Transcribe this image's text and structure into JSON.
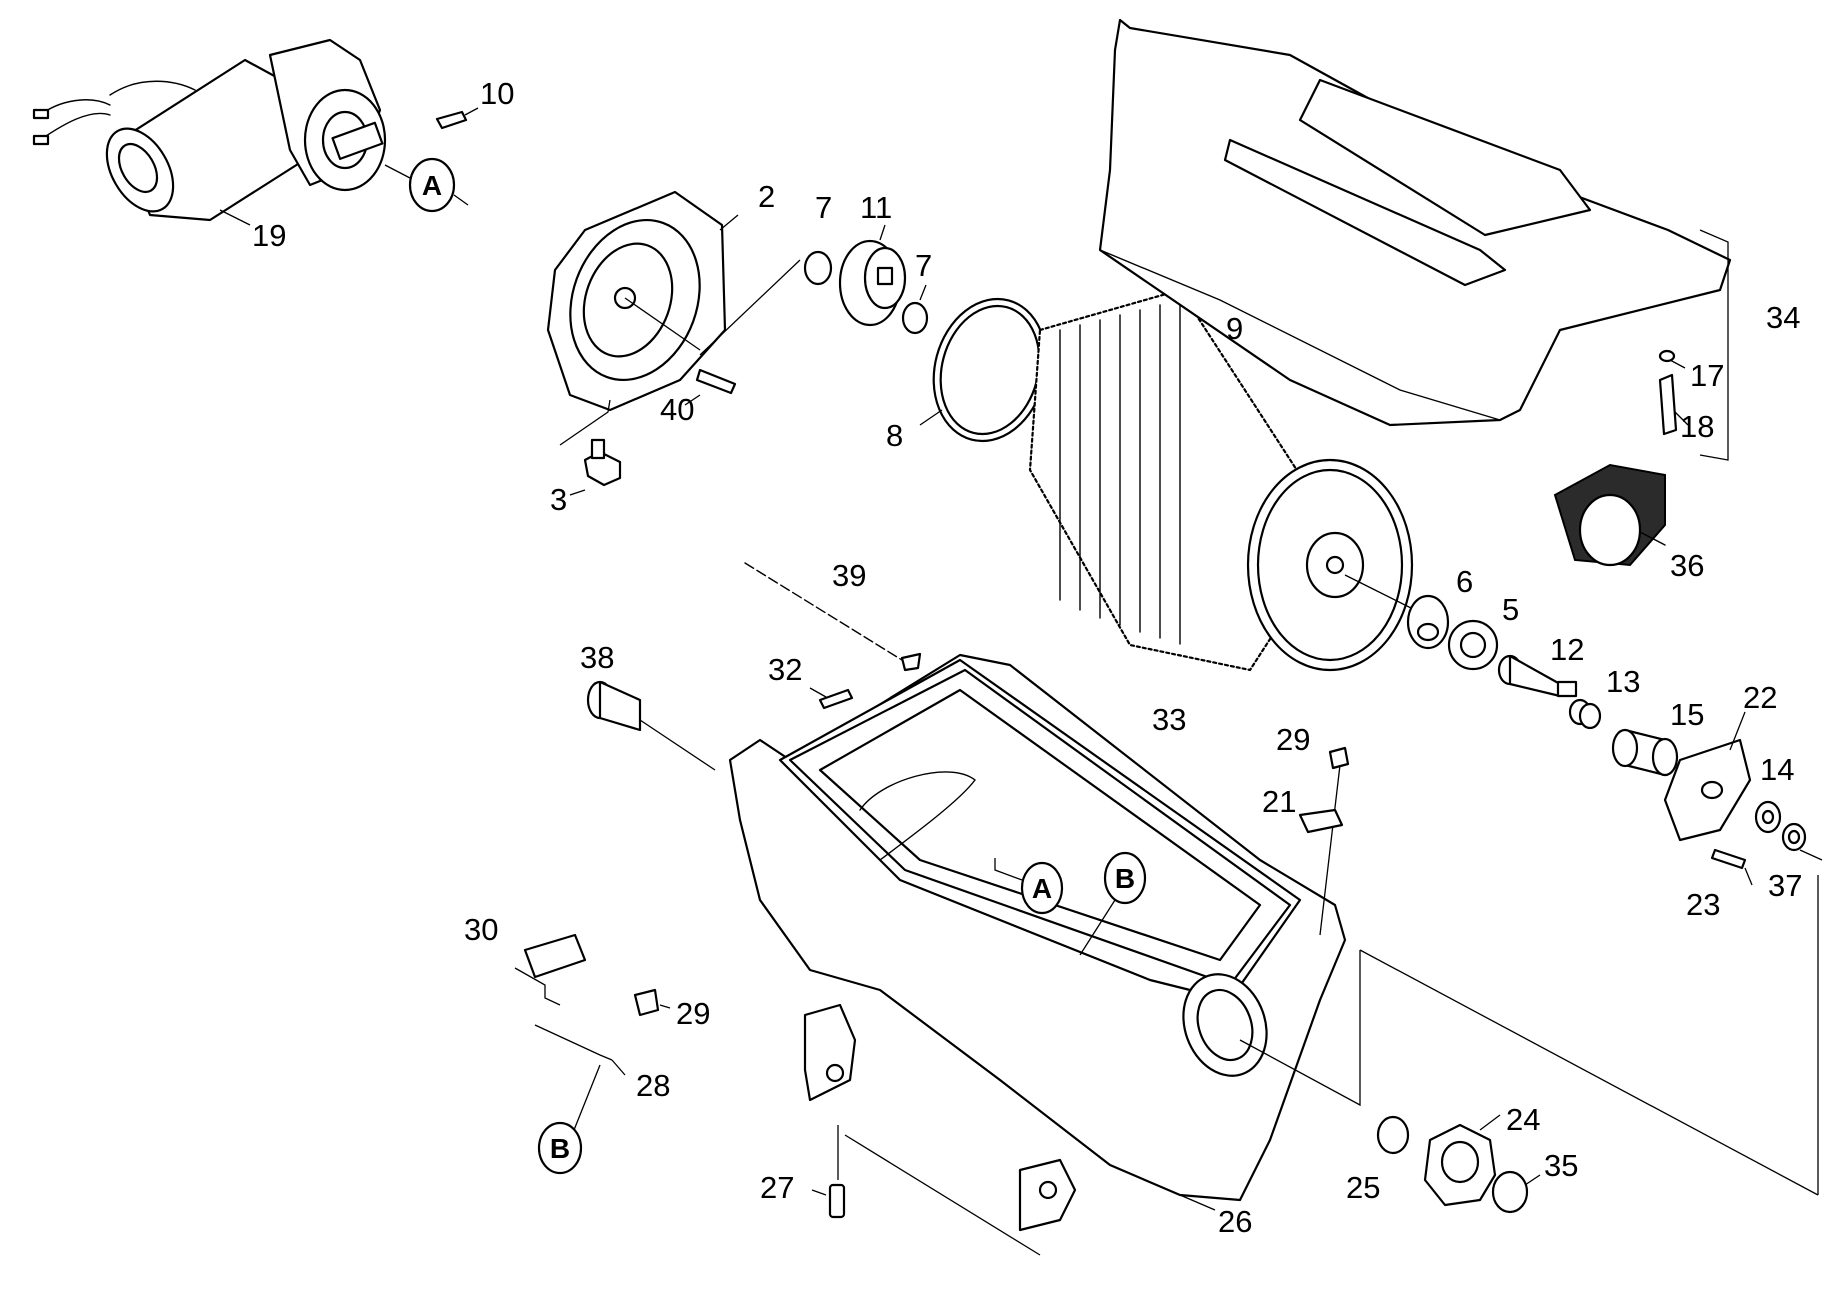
{
  "parts": [
    {
      "id": "p2",
      "label": "2"
    },
    {
      "id": "p3",
      "label": "3"
    },
    {
      "id": "p5",
      "label": "5"
    },
    {
      "id": "p6",
      "label": "6"
    },
    {
      "id": "p7a",
      "label": "7"
    },
    {
      "id": "p7b",
      "label": "7"
    },
    {
      "id": "p8",
      "label": "8"
    },
    {
      "id": "p9",
      "label": "9"
    },
    {
      "id": "p10",
      "label": "10"
    },
    {
      "id": "p11",
      "label": "11"
    },
    {
      "id": "p12",
      "label": "12"
    },
    {
      "id": "p13",
      "label": "13"
    },
    {
      "id": "p14",
      "label": "14"
    },
    {
      "id": "p15",
      "label": "15"
    },
    {
      "id": "p17",
      "label": "17"
    },
    {
      "id": "p18",
      "label": "18"
    },
    {
      "id": "p19",
      "label": "19"
    },
    {
      "id": "p21",
      "label": "21"
    },
    {
      "id": "p22",
      "label": "22"
    },
    {
      "id": "p23",
      "label": "23"
    },
    {
      "id": "p24",
      "label": "24"
    },
    {
      "id": "p25",
      "label": "25"
    },
    {
      "id": "p26",
      "label": "26"
    },
    {
      "id": "p27",
      "label": "27"
    },
    {
      "id": "p28",
      "label": "28"
    },
    {
      "id": "p29a",
      "label": "29"
    },
    {
      "id": "p29b",
      "label": "29"
    },
    {
      "id": "p30",
      "label": "30"
    },
    {
      "id": "p32",
      "label": "32"
    },
    {
      "id": "p33",
      "label": "33"
    },
    {
      "id": "p34",
      "label": "34"
    },
    {
      "id": "p35",
      "label": "35"
    },
    {
      "id": "p36",
      "label": "36"
    },
    {
      "id": "p37",
      "label": "37"
    },
    {
      "id": "p38",
      "label": "38"
    },
    {
      "id": "p39",
      "label": "39"
    },
    {
      "id": "p40",
      "label": "40"
    }
  ],
  "markers": [
    {
      "id": "mA1",
      "letter": "A"
    },
    {
      "id": "mA2",
      "letter": "A"
    },
    {
      "id": "mB1",
      "letter": "B"
    },
    {
      "id": "mB2",
      "letter": "B"
    }
  ],
  "colors": {
    "line": "#000000",
    "paper": "#ffffff",
    "tape": "#2b2b2b"
  }
}
